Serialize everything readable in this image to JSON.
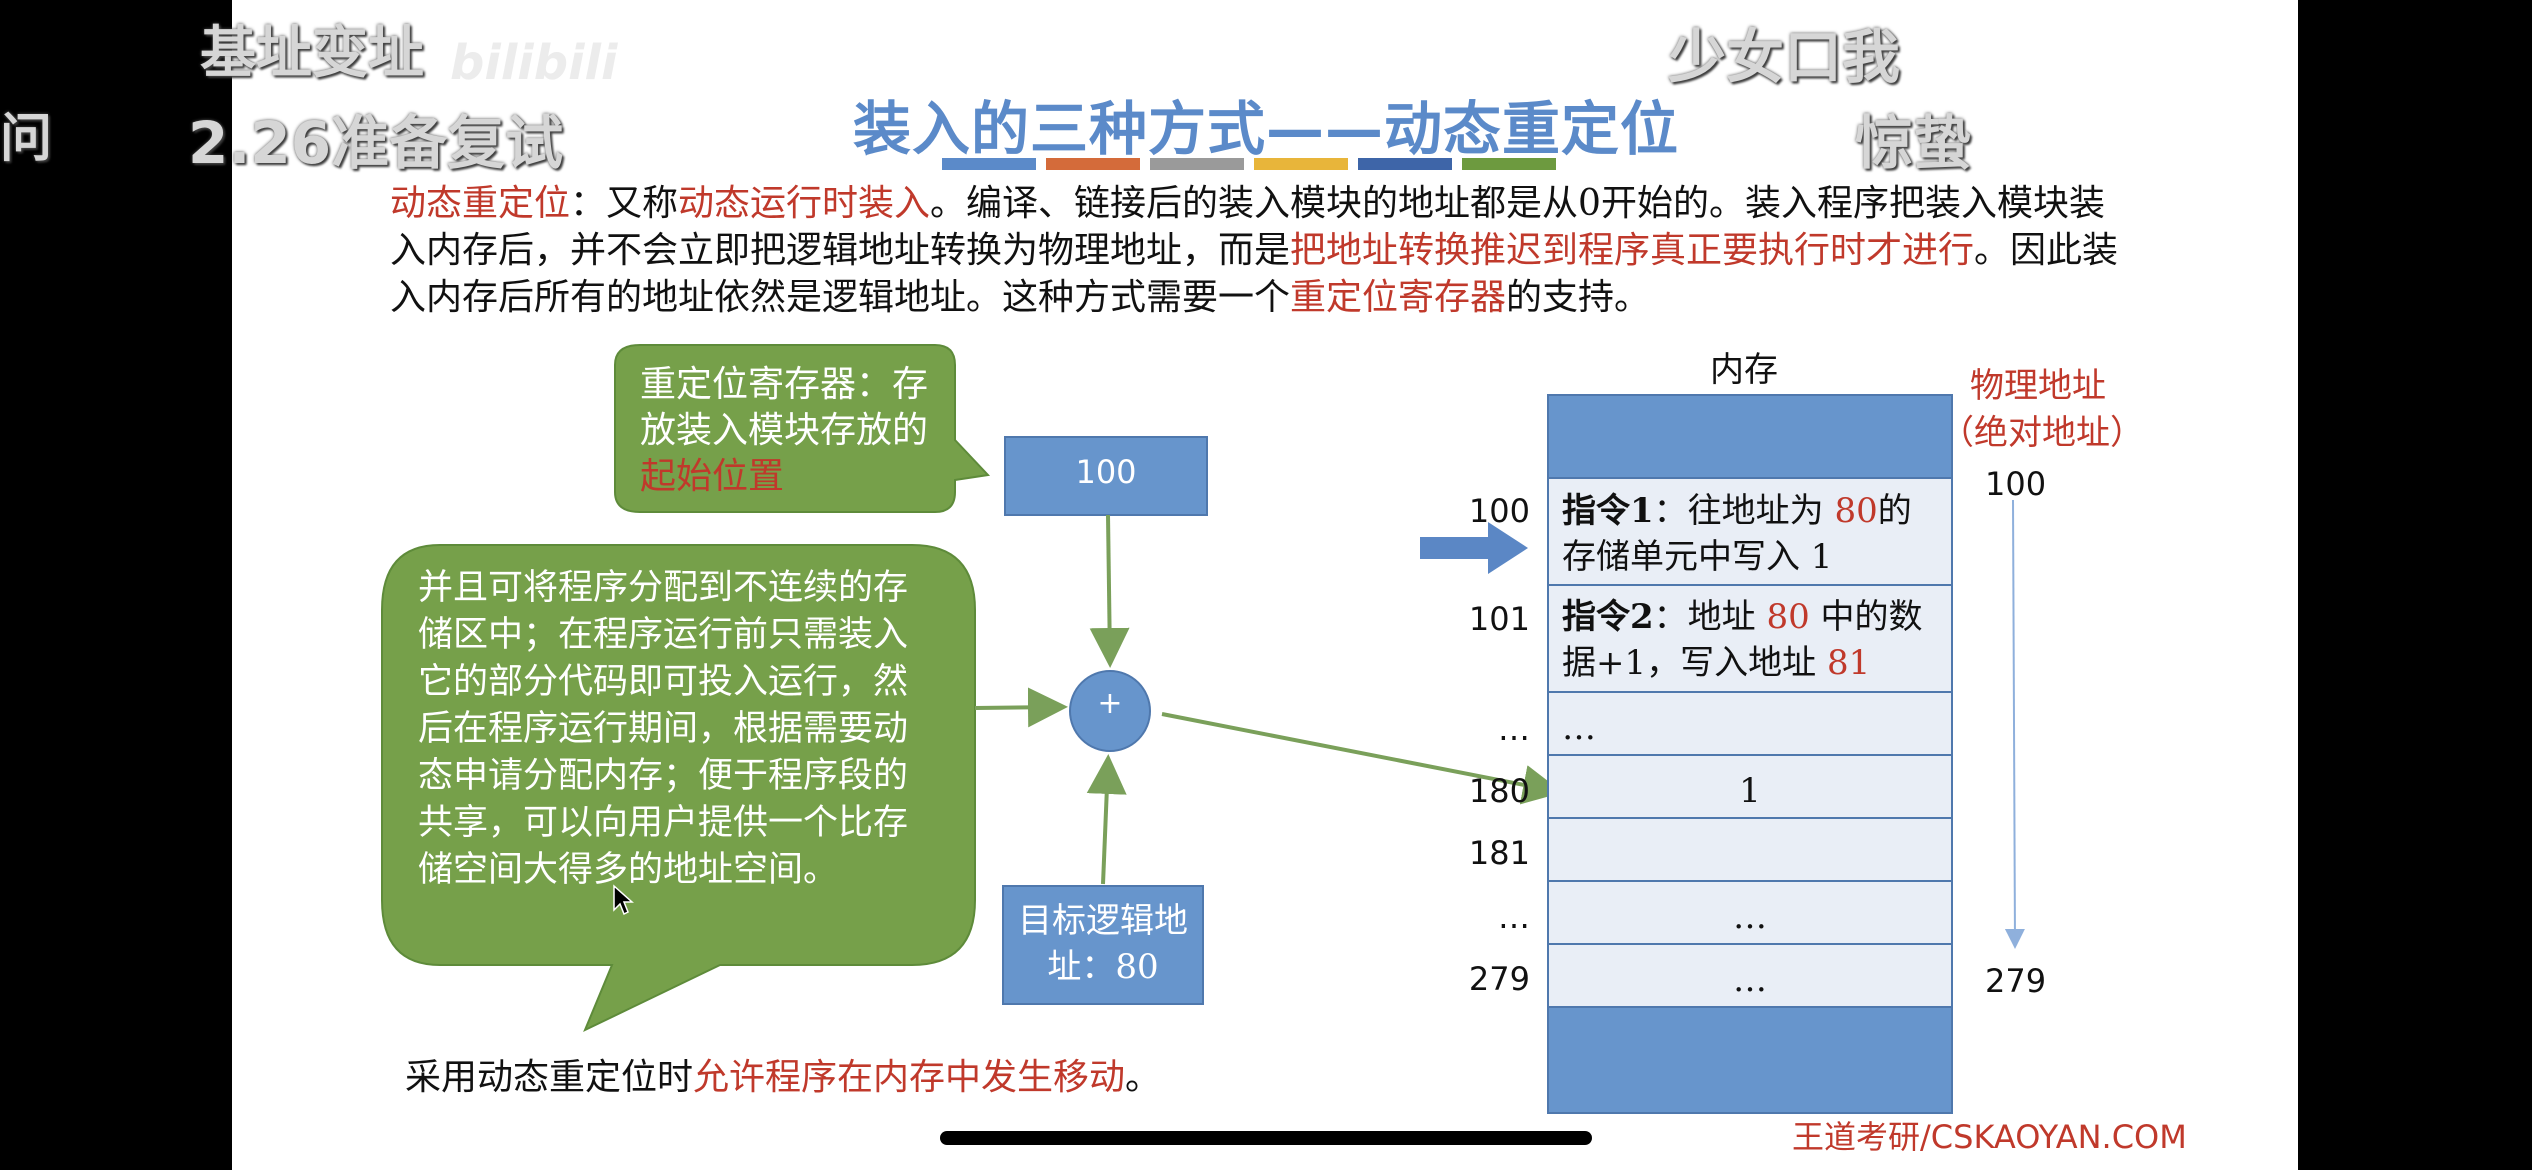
{
  "overlay": {
    "danmaku_1": "基址变址",
    "danmaku_2": "2.26准备复试",
    "danmaku_3": "少女口我",
    "danmaku_4": "惊蛰",
    "danmaku_left": "问",
    "watermark": "bilibili"
  },
  "slide": {
    "title": "装入的三种方式——动态重定位",
    "title_bar_colors": [
      "#5b8ac9",
      "#d46b3a",
      "#9a9a9a",
      "#e8b53a",
      "#3e65a8",
      "#6d9a3f"
    ],
    "intro": {
      "p1_term": "动态重定位",
      "p1_a": "：又称",
      "p1_term2": "动态运行时装入",
      "p1_b": "。编译、链接后的装入模块的地址都是从0开始的。装入程序把装入模块装入内存后，并不会立即把逻辑地址转换为物理地址，而是",
      "p1_red": "把地址转换推迟到程序真正要执行时才进行",
      "p1_c": "。因此装入内存后所有的地址依然是逻辑地址。这种方式需要一个",
      "p1_red2": "重定位寄存器",
      "p1_d": "的支持。"
    },
    "callout_register": {
      "text_a": "重定位寄存器：存放装入模块存放的",
      "text_red": "起始位置"
    },
    "callout_note": "并且可将程序分配到不连续的存储区中；在程序运行前只需装入它的部分代码即可投入运行，然后在程序运行期间，根据需要动态申请分配内存；便于程序段的共享，可以向用户提供一个比存储空间大得多的地址空间。",
    "register_value": "100",
    "adder_symbol": "+",
    "logical_addr": "目标逻辑地址：80",
    "memory": {
      "label": "内存",
      "phys_label_1": "物理地址",
      "phys_label_2": "（绝对地址）",
      "phys_start": "100",
      "phys_end": "279",
      "rows": [
        {
          "addr": "100",
          "bold": "指令1",
          "text": "：往地址为 ",
          "red": "80",
          "text2": "的存储单元中写入 1"
        },
        {
          "addr": "101",
          "bold": "指令2",
          "text": "：地址 ",
          "red": "80",
          "text2": " 中的数据+1，写入地址 ",
          "red2": "81"
        },
        {
          "addr": "…",
          "content": "…"
        },
        {
          "addr": "180",
          "content": "1"
        },
        {
          "addr": "181",
          "content": ""
        },
        {
          "addr": "…",
          "content": "…"
        },
        {
          "addr": "279",
          "content": "…"
        }
      ]
    },
    "footer_note_a": "采用动态重定位时",
    "footer_note_red": "允许程序在内存中发生移动",
    "footer_note_b": "。",
    "brand": "王道考研/CSKAOYAN.COM"
  }
}
